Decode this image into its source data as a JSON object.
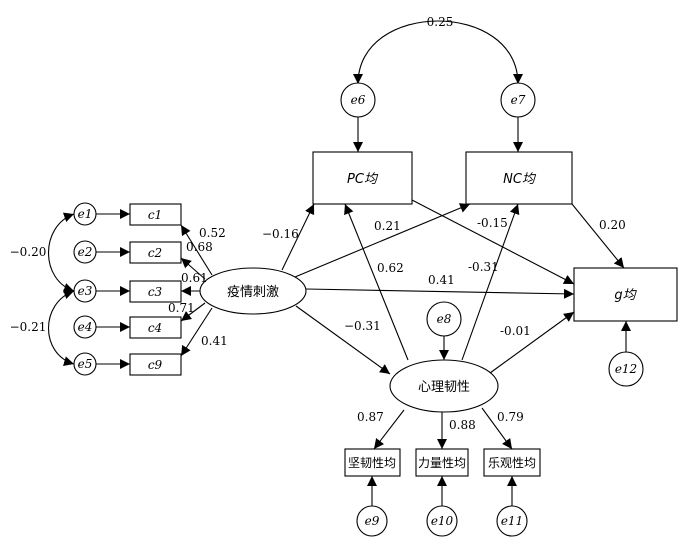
{
  "nodes": {
    "c1": "c1",
    "c2": "c2",
    "c3": "c3",
    "c4": "c4",
    "c9": "c9",
    "e1": "e1",
    "e2": "e2",
    "e3": "e3",
    "e4": "e4",
    "e5": "e5",
    "e6": "e6",
    "e7": "e7",
    "e8": "e8",
    "e9": "e9",
    "e10": "e10",
    "e11": "e11",
    "e12": "e12",
    "epidemic": "疫情刺激",
    "resilience": "心理韧性",
    "pc": "PC均",
    "nc": "NC均",
    "g": "g均",
    "tenacity": "坚韧性均",
    "strength": "力量性均",
    "optimism": "乐观性均"
  },
  "paths": {
    "e6_e7_cov": "0.25",
    "e1_e3_cov": "−0.20",
    "e3_e5_cov": "−0.21",
    "epi_c1": "0.52",
    "epi_c2": "0.68",
    "epi_c3": "0.61",
    "epi_c4": "0.71",
    "epi_c9": "0.41",
    "epi_pc": "−0.16",
    "epi_nc": "0.21",
    "epi_g": "0.41",
    "epi_res": "−0.31",
    "res_pc": "0.62",
    "res_nc": "-0.31",
    "res_g": "-0.01",
    "nc_pc": "-0.15",
    "nc_g": "0.20",
    "res_tenacity": "0.87",
    "res_strength": "0.88",
    "res_optimism": "0.79"
  }
}
